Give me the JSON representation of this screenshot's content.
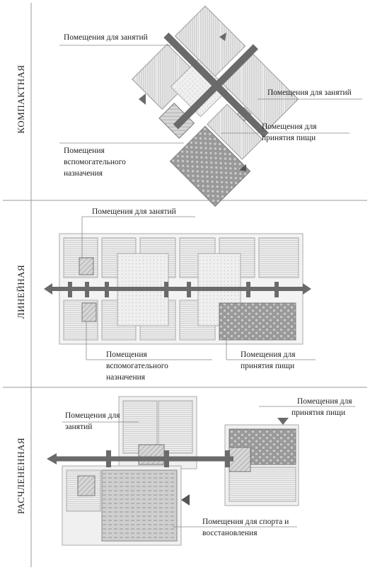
{
  "sections": [
    {
      "title": "КОМПАКТНАЯ",
      "labels": {
        "classes_top": "Помещения для занятий",
        "classes_right": "Помещения для занятий",
        "dining_l1": "Помещения для",
        "dining_l2": "принятия пищи",
        "aux_l1": "Помещения",
        "aux_l2": "вспомогательного",
        "aux_l3": "назначения"
      }
    },
    {
      "title": "ЛИНЕЙНАЯ",
      "labels": {
        "classes": "Помещения для занятий",
        "aux_l1": "Помещения",
        "aux_l2": "вспомогательного",
        "aux_l3": "назначения",
        "dining_l1": "Помещения для",
        "dining_l2": "принятия пищи"
      }
    },
    {
      "title": "РАСЧЛЕНЕННАЯ",
      "labels": {
        "classes_l1": "Помещения для",
        "classes_l2": "занятий",
        "dining_l1": "Помещения для",
        "dining_l2": "принятия  пищи",
        "sport_l1": "Помещения для спорта и",
        "sport_l2": "восстановления"
      }
    }
  ],
  "colors": {
    "room_fill": "#e4e4e4",
    "hatch": "#c8c8c8",
    "corridor": "#6a6a6a",
    "dining_fill": "#9a9a9a",
    "aux_fill": "#bdbdbd"
  }
}
